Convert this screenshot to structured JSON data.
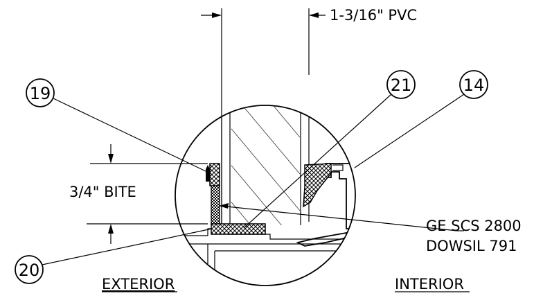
{
  "dimension_top": "1-3/16\" PVC",
  "dimension_bite": "3/4\" BITE",
  "callouts": {
    "c19": "19",
    "c20": "20",
    "c21": "21",
    "c14": "14"
  },
  "sealant_line1": "GE SCS 2800",
  "sealant_line2": "DOWSIL 791",
  "side_left": "EXTERIOR",
  "side_right": "INTERIOR"
}
